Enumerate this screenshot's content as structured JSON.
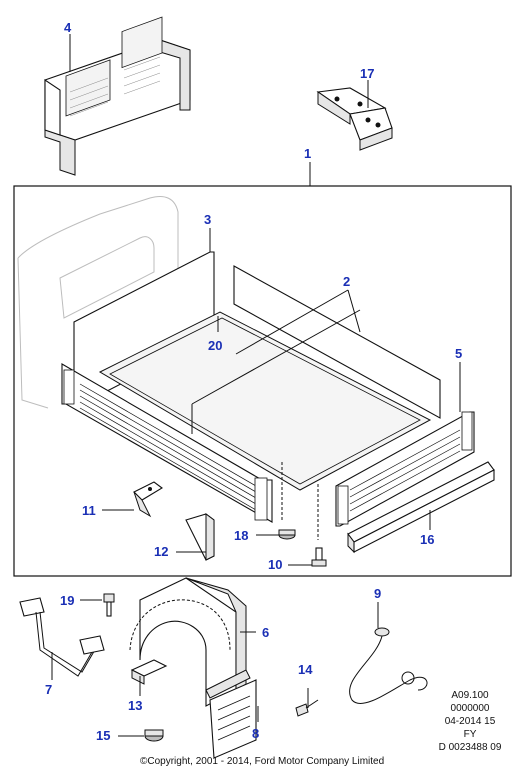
{
  "diagram": {
    "callouts": {
      "n1": "1",
      "n2": "2",
      "n3": "3",
      "n4": "4",
      "n5": "5",
      "n6": "6",
      "n7": "7",
      "n8": "8",
      "n9": "9",
      "n10": "10",
      "n11": "11",
      "n12": "12",
      "n13": "13",
      "n14": "14",
      "n15": "15",
      "n16": "16",
      "n17": "17",
      "n18": "18",
      "n19": "19",
      "n20": "20"
    },
    "meta": {
      "line1": "A09.100",
      "line2": "0000000",
      "line3": "04-2014 15",
      "line4": "FY",
      "line5": "D 0023488 09"
    },
    "copyright": "©Copyright, 2001 - 2014, Ford Motor Company Limited",
    "colors": {
      "callout": "#1a2fb5",
      "line": "#111111"
    }
  }
}
